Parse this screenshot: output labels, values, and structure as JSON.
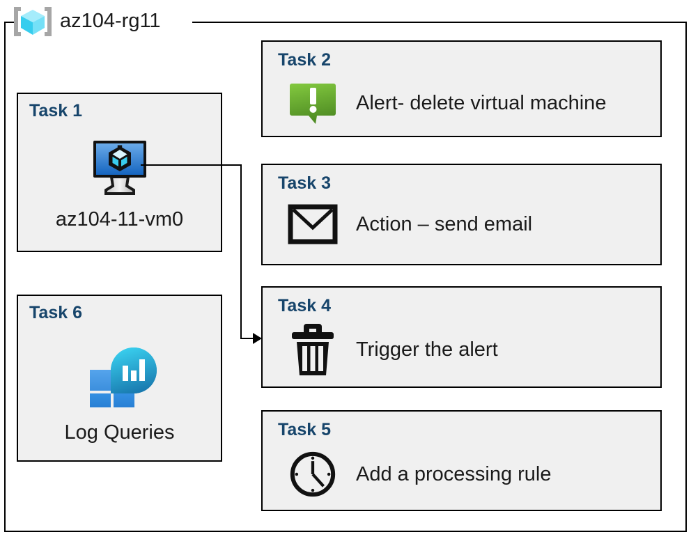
{
  "resource_group": {
    "title": "az104-rg11",
    "icon": "resource-group-cube-icon"
  },
  "tasks": [
    {
      "id": "task-1",
      "label": "Task 1",
      "text": "az104-11-vm0",
      "icon": "virtual-machine-icon",
      "column": "left"
    },
    {
      "id": "task-2",
      "label": "Task 2",
      "text": "Alert- delete virtual machine",
      "icon": "alert-exclamation-bubble-icon",
      "column": "right"
    },
    {
      "id": "task-3",
      "label": "Task 3",
      "text": "Action – send email",
      "icon": "envelope-icon",
      "column": "right"
    },
    {
      "id": "task-4",
      "label": "Task 4",
      "text": "Trigger the alert",
      "icon": "trash-can-icon",
      "column": "right"
    },
    {
      "id": "task-5",
      "label": "Task 5",
      "text": "Add a processing rule",
      "icon": "clock-icon",
      "column": "right"
    },
    {
      "id": "task-6",
      "label": "Task 6",
      "text": "Log Queries",
      "icon": "log-analytics-icon",
      "column": "left"
    }
  ],
  "colors": {
    "task_label": "#17456b",
    "box_fill": "#f0f0f0",
    "box_border": "#000000",
    "alert_green_light": "#7cc242",
    "alert_green_dark": "#4e8b23",
    "vm_screen_light": "#5fa3e0",
    "vm_screen_dark": "#1565c0",
    "log_cyan": "#32c5e8",
    "log_teal": "#1b80b8",
    "log_blue_tile": "#2f8ad8",
    "rg_cube_cyan": "#9ae8f7",
    "rg_bracket_gray": "#a6a6a6"
  },
  "connector": {
    "from": "task-1",
    "to": "task-4",
    "type": "elbow-arrow"
  }
}
